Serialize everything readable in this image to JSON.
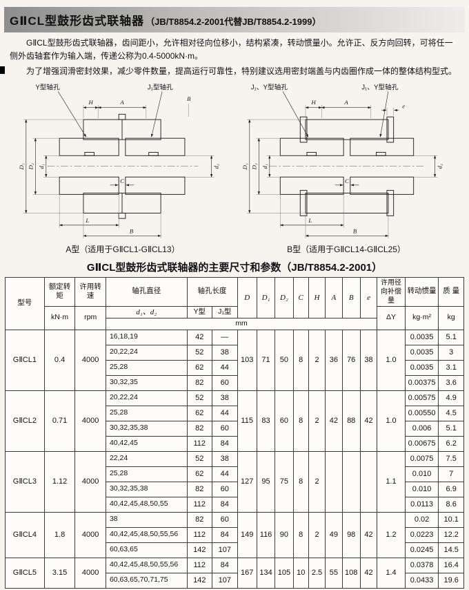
{
  "page": {
    "title": "GⅡCL型鼓形齿式联轴器",
    "title_suffix": "（JB/T8854.2-2001代替JB/T8854.2-1999）",
    "para1": "GⅡCL型鼓形齿式联轴器，齿间距小，允许相对径向位移小，结构紧凑，转动惯量小。允许正、反方向回转，可将任一侧外齿轴套作为输入端，传递公称为0.4-5000kN·m。",
    "para2": "为了增强润滑密封效果，减少零件数量，提高运行可靠性，特别建议选用密封端盖与内齿圈作成一体的整体结构型式。",
    "colors": {
      "page_bg": "#f7f4f0",
      "bar_dark": "#8e8e8e",
      "bar_light": "#eeedeb",
      "ink": "#111111",
      "table_border": "#3a3a3a"
    }
  },
  "diagrams": {
    "a": {
      "bore_left": "Y型轴孔",
      "bore_right": "J₁型轴孔",
      "caption": "A型（适用于GⅡCL1-GⅡCL13）",
      "dims": {
        "A": "A",
        "H": "H",
        "B_top": "B",
        "L": "L",
        "C": "C",
        "B": "B",
        "D1": "D₁",
        "D2": "D₂",
        "d1": "d₁",
        "d2": "d₂"
      }
    },
    "b": {
      "bore_left": "J₁、Y型轴孔",
      "bore_right": "J₁、Y型轴孔",
      "caption": "B型（适用于GⅡCL14-GⅡCL25）",
      "dims": {
        "A": "A",
        "H": "H",
        "e": "e",
        "L": "L",
        "C": "C",
        "B": "B",
        "D1": "D₁",
        "D2": "D₂",
        "d1": "d₁",
        "d2": "d₂"
      }
    }
  },
  "table": {
    "title": "GⅡCL型鼓形齿式联轴器的主要尺寸和参数（JB/T8854.2-2001）",
    "h": {
      "model": "型号",
      "torque": "额定转矩",
      "torque_unit": "kN·m",
      "speed": "许用转速",
      "speed_unit": "rpm",
      "bore_dia": "轴孔直径",
      "bore_dia_sub": "d₁、d₂",
      "bore_len": "轴孔长度",
      "y_type": "Y型",
      "j_type": "J₁型",
      "mm": "mm",
      "D": "D",
      "D1": "D₁",
      "D2": "D₂",
      "C": "C",
      "H": "H",
      "A": "A",
      "B": "B",
      "e": "e",
      "dy": "许用径向补偿量",
      "dy_sub": "ΔY",
      "inertia": "转动惯量",
      "inertia_unit": "kg·m²",
      "mass": "质 量",
      "mass_unit": "kg"
    },
    "groups": [
      {
        "model": "GⅡCL1",
        "torque": "0.4",
        "speed": "4000",
        "dims": {
          "D": "103",
          "D1": "71",
          "D2": "50",
          "C": "8",
          "H": "2",
          "A": "36",
          "B": "76",
          "e": "38"
        },
        "dy": "1.0",
        "rows": [
          {
            "bores": "16,18,19",
            "y": "42",
            "j": "—",
            "inertia": "0.0035",
            "mass": "5.1"
          },
          {
            "bores": "20,22,24",
            "y": "52",
            "j": "38",
            "inertia": "0.0035",
            "mass": "3"
          },
          {
            "bores": "25,28",
            "y": "62",
            "j": "44",
            "inertia": "0.0035",
            "mass": "3.1"
          },
          {
            "bores": "30,32,35",
            "y": "82",
            "j": "60",
            "inertia": "0.00375",
            "mass": "3.6"
          }
        ]
      },
      {
        "model": "GⅡCL2",
        "torque": "0.71",
        "speed": "4000",
        "dims": {
          "D": "115",
          "D1": "83",
          "D2": "60",
          "C": "8",
          "H": "2",
          "A": "42",
          "B": "88",
          "e": "42"
        },
        "dy": "1.0",
        "rows": [
          {
            "bores": "20,22,24",
            "y": "52",
            "j": "38",
            "inertia": "0.00575",
            "mass": "4.9"
          },
          {
            "bores": "25,28",
            "y": "62",
            "j": "44",
            "inertia": "0.00550",
            "mass": "4.5"
          },
          {
            "bores": "30,32,35,38",
            "y": "82",
            "j": "60",
            "inertia": "0.006",
            "mass": "5.1"
          },
          {
            "bores": "40,42,45",
            "y": "112",
            "j": "84",
            "inertia": "0.00675",
            "mass": "6.2"
          }
        ]
      },
      {
        "model": "GⅡCL3",
        "torque": "1.12",
        "speed": "4000",
        "dims": {
          "D": "127",
          "D1": "95",
          "D2": "75",
          "C": "8",
          "H": "2",
          "A": "",
          "B": "",
          "e": ""
        },
        "dy": "1.1",
        "rows": [
          {
            "bores": "22,24",
            "y": "52",
            "j": "38",
            "inertia": "0.0075",
            "mass": "7.5"
          },
          {
            "bores": "25,28",
            "y": "62",
            "j": "44",
            "inertia": "0.010",
            "mass": "7"
          },
          {
            "bores": "30,32,35,38",
            "y": "82",
            "j": "60",
            "inertia": "0.010",
            "mass": "6.9"
          },
          {
            "bores": "40,42,45,48,50,55",
            "y": "112",
            "j": "84",
            "inertia": "0.0113",
            "mass": "8.6"
          }
        ]
      },
      {
        "model": "GⅡCL4",
        "torque": "1.8",
        "speed": "4000",
        "dims": {
          "D": "149",
          "D1": "116",
          "D2": "90",
          "C": "8",
          "H": "2",
          "A": "49",
          "B": "98",
          "e": "42"
        },
        "dy": "1.2",
        "rows": [
          {
            "bores": "38",
            "y": "82",
            "j": "60",
            "inertia": "0.02",
            "mass": "10.1"
          },
          {
            "bores": "40,42,45,48,50,55,56",
            "y": "112",
            "j": "84",
            "inertia": "0.0223",
            "mass": "12.2"
          },
          {
            "bores": "60,63,65",
            "y": "142",
            "j": "107",
            "inertia": "0.0245",
            "mass": "14.5"
          }
        ]
      },
      {
        "model": "GⅡCL5",
        "torque": "3.15",
        "speed": "4000",
        "dims": {
          "D": "167",
          "D1": "134",
          "D2": "105",
          "C": "10",
          "H": "2.5",
          "A": "55",
          "B": "108",
          "e": "42"
        },
        "dy": "1.4",
        "rows": [
          {
            "bores": "40,42,45,48,50,55,56",
            "y": "112",
            "j": "84",
            "inertia": "0.0378",
            "mass": "16.4"
          },
          {
            "bores": "60,63,65,70,71,75",
            "y": "142",
            "j": "107",
            "inertia": "0.0433",
            "mass": "19.6"
          }
        ]
      }
    ]
  }
}
